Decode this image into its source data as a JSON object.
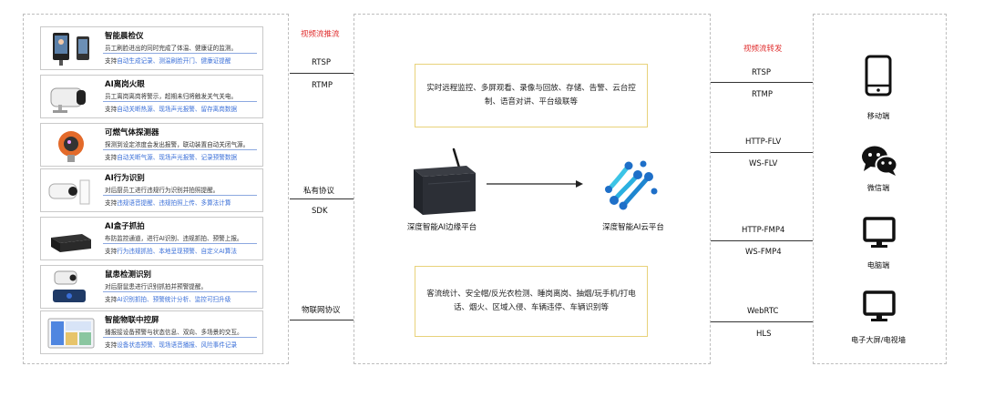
{
  "devices": [
    {
      "title": "智能晨检仪",
      "desc": "员工刷脸进出的同时完成了体温、健康证的监测。",
      "support_prefix": "支持",
      "support_items": "自动生成记录、测温刷脸开门、健康证提醒",
      "icon": "tablet-kiosk-icon"
    },
    {
      "title": "AI离岗火眼",
      "desc": "员工离岗离岗将警示，超期未归将触发关气关电。",
      "support_prefix": "支持",
      "support_items": "自动关断热源、现场声光报警、留存离岗数据",
      "icon": "bullet-camera-icon"
    },
    {
      "title": "可燃气体探测器",
      "desc": "探测到设定浓度会发出报警，联动装置自动关闭气源。",
      "support_prefix": "支持",
      "support_items": "自动关断气源、现场声光报警、记录预警数据",
      "icon": "gas-detector-icon"
    },
    {
      "title": "AI行为识别",
      "desc": "对后厨员工进行违规行为识别并拍照提醒。",
      "support_prefix": "支持",
      "support_items": "违规语音提醒、违规拍照上传、多算法计算",
      "icon": "behavior-camera-icon"
    },
    {
      "title": "AI盒子抓拍",
      "desc": "布防监控通道，进行AI识别、违规抓拍、预警上报。",
      "support_prefix": "支持",
      "support_items": "行为违规抓拍、本地呈现预警、自定义AI算法",
      "icon": "ai-box-icon"
    },
    {
      "title": "鼠患检测识别",
      "desc": "对后厨鼠患进行识别抓拍并预警提醒。",
      "support_prefix": "支持",
      "support_items": "AI识别抓拍、预警统计分析、监控可扫升级",
      "icon": "rodent-camera-icon"
    },
    {
      "title": "智能物联中控屏",
      "desc": "播报接设备预警与状态信息、双向、多场景的交互。",
      "support_prefix": "支持",
      "support_items": "设备状态预警、现场语音播报、风险事件记录",
      "icon": "control-screen-icon"
    }
  ],
  "left_labels": {
    "stream_push": "视频流推流",
    "rtsp": "RTSP",
    "rtmp": "RTMP",
    "private": "私有协议",
    "sdk": "SDK",
    "iot": "物联网协议"
  },
  "center": {
    "top_box": "实时远程监控、多屏观看、录像与回放、存储、告警、云台控制、语音对讲、平台级联等",
    "bottom_box": "客流统计、安全帽/反光衣检测、睡岗离岗、抽烟/玩手机/打电话、烟火、区域入侵、车辆违停、车辆识别等",
    "edge_label": "深度智能AI边缘平台",
    "cloud_label": "深度智能AI云平台"
  },
  "right_labels": {
    "stream_forward": "视频流转发",
    "rtsp": "RTSP",
    "rtmp": "RTMP",
    "http_flv": "HTTP-FLV",
    "ws_flv": "WS-FLV",
    "http_fmp4": "HTTP-FMP4",
    "ws_fmp4": "WS-FMP4",
    "webrtc": "WebRTC",
    "hls": "HLS"
  },
  "clients": [
    {
      "label": "移动端",
      "icon": "smartphone-icon"
    },
    {
      "label": "微信端",
      "icon": "wechat-icon"
    },
    {
      "label": "电脑端",
      "icon": "monitor-icon"
    },
    {
      "label": "电子大屏/电视墙",
      "icon": "big-screen-icon"
    }
  ],
  "colors": {
    "accent_red": "#e03030",
    "support_blue": "#3a6fd8",
    "box_border": "#e8d27a",
    "cloud_blue": "#2a8fd6"
  }
}
